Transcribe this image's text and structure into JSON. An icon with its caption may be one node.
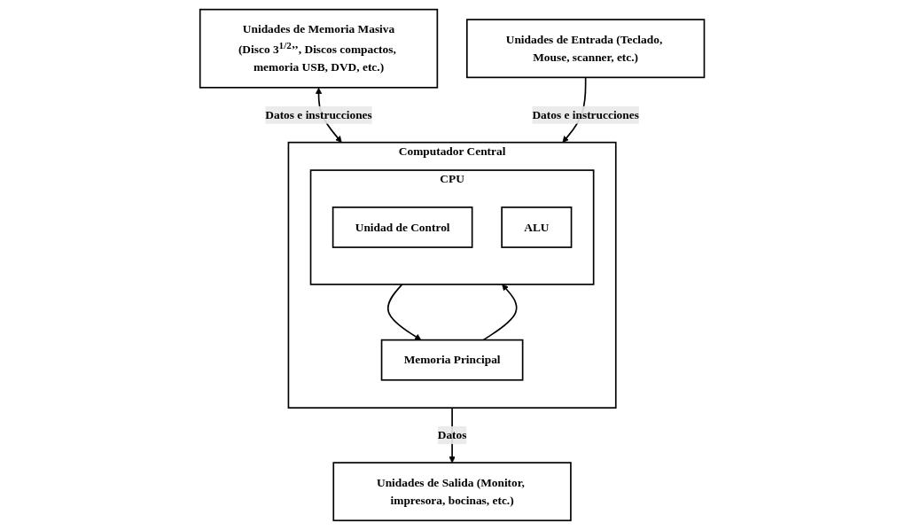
{
  "diagram": {
    "nodes": [
      {
        "text": [
          "Unidades de Memoria Masiva",
          "(Disco 3$^{1/2}$’’, Discos compactos, memoria USB, DVD, etc.)"
        ]
      },
      {
        "text": [
          "Unidades de Entrada (Teclado, Mouse, scanner, etc.)"
        ]
      },
      {
        "text": [
          "Computador Central"
        ]
      },
      {
        "text": [
          "CPU"
        ],
        "in": 2
      },
      {
        "text": [
          "Unidad de Control"
        ],
        "in": 3
      },
      {
        "text": [
          "ALU"
        ],
        "in": 3
      },
      {
        "text": [
          "Memoria Principal"
        ],
        "in": 2
      },
      {
        "text": [
          "Unidades de Salida (Monitor, impresora, bocinas, etc.)"
        ]
      }
    ],
    "edges": [
      {
        "from": 0,
        "to": 2,
        "arrow": "both",
        "label": "Datos e instrucciones"
      },
      {
        "from": 1,
        "to": 2,
        "arrow": "to",
        "label": "Datos e instrucciones"
      },
      {
        "from": 2,
        "to": 7,
        "arrow": "to",
        "label": "Datos"
      },
      {
        "from": 6,
        "to": 3,
        "arrow": "to"
      },
      {
        "from": 3,
        "to": 6,
        "arrow": "to"
      }
    ]
  }
}
